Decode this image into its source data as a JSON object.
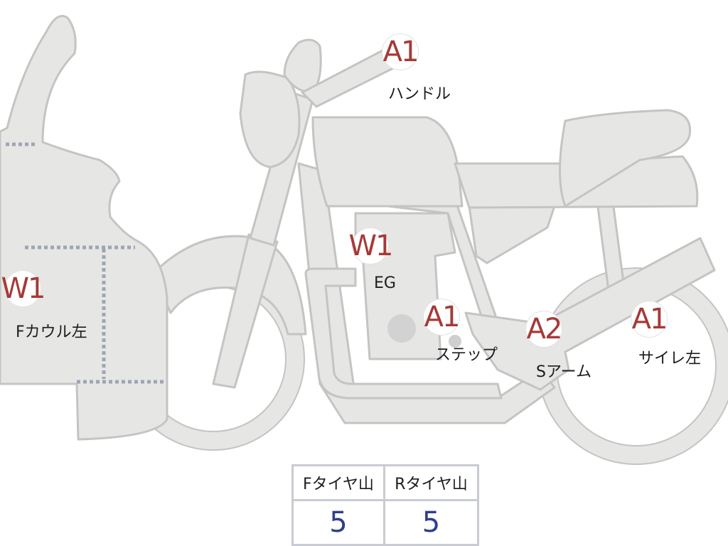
{
  "markers": [
    {
      "grade": "A1",
      "label": "ハンドル"
    },
    {
      "grade": "W1",
      "label": "EG"
    },
    {
      "grade": "W1",
      "label": "Fカウル左"
    },
    {
      "grade": "A1",
      "label": "ステップ"
    },
    {
      "grade": "A2",
      "label": "Sアーム"
    },
    {
      "grade": "A1",
      "label": "サイレ左"
    }
  ],
  "tire_table": {
    "headers": [
      "Fタイヤ山",
      "Rタイヤ山"
    ],
    "values": [
      "5",
      "5"
    ]
  },
  "colors": {
    "grade_text": "#a53a37",
    "value_text": "#2d3f8c",
    "bike_fill": "#e6e6e4",
    "bike_outline": "#c4c4c2",
    "cowl_divider": "#9ea5b4"
  }
}
